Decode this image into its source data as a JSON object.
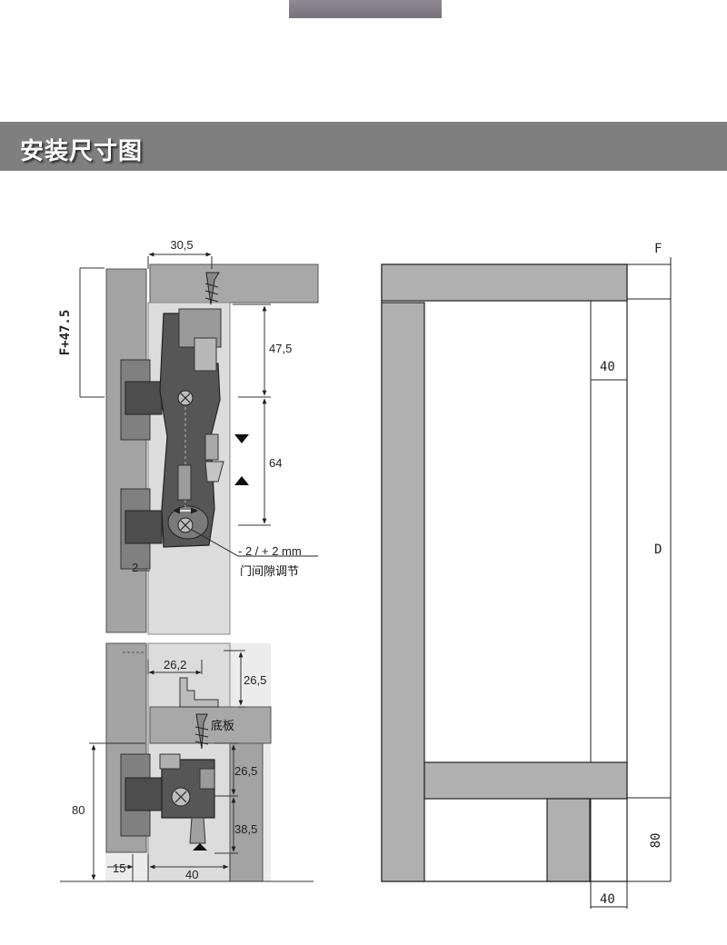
{
  "header": {
    "title": "安装尺寸图"
  },
  "detail_upper": {
    "dim_top": "30,5",
    "dim_side": "F+47.5",
    "dim_upper": "47,5",
    "dim_lower": "64",
    "dim_gap": "2",
    "adjust_range": "- 2 / + 2 mm",
    "adjust_label": "门间隙调节"
  },
  "detail_lower": {
    "dim_top": "26,2",
    "dim_right_top": "26,5",
    "bottom_panel_label": "底板",
    "dim_right_mid": "26,5",
    "dim_right_low": "38,5",
    "dim_height": "80",
    "dim_offset": "15",
    "dim_width": "40"
  },
  "frame_diagram": {
    "label_f": "F",
    "label_d": "D",
    "label_40_top": "40",
    "label_80": "80",
    "label_40_bottom": "40"
  }
}
